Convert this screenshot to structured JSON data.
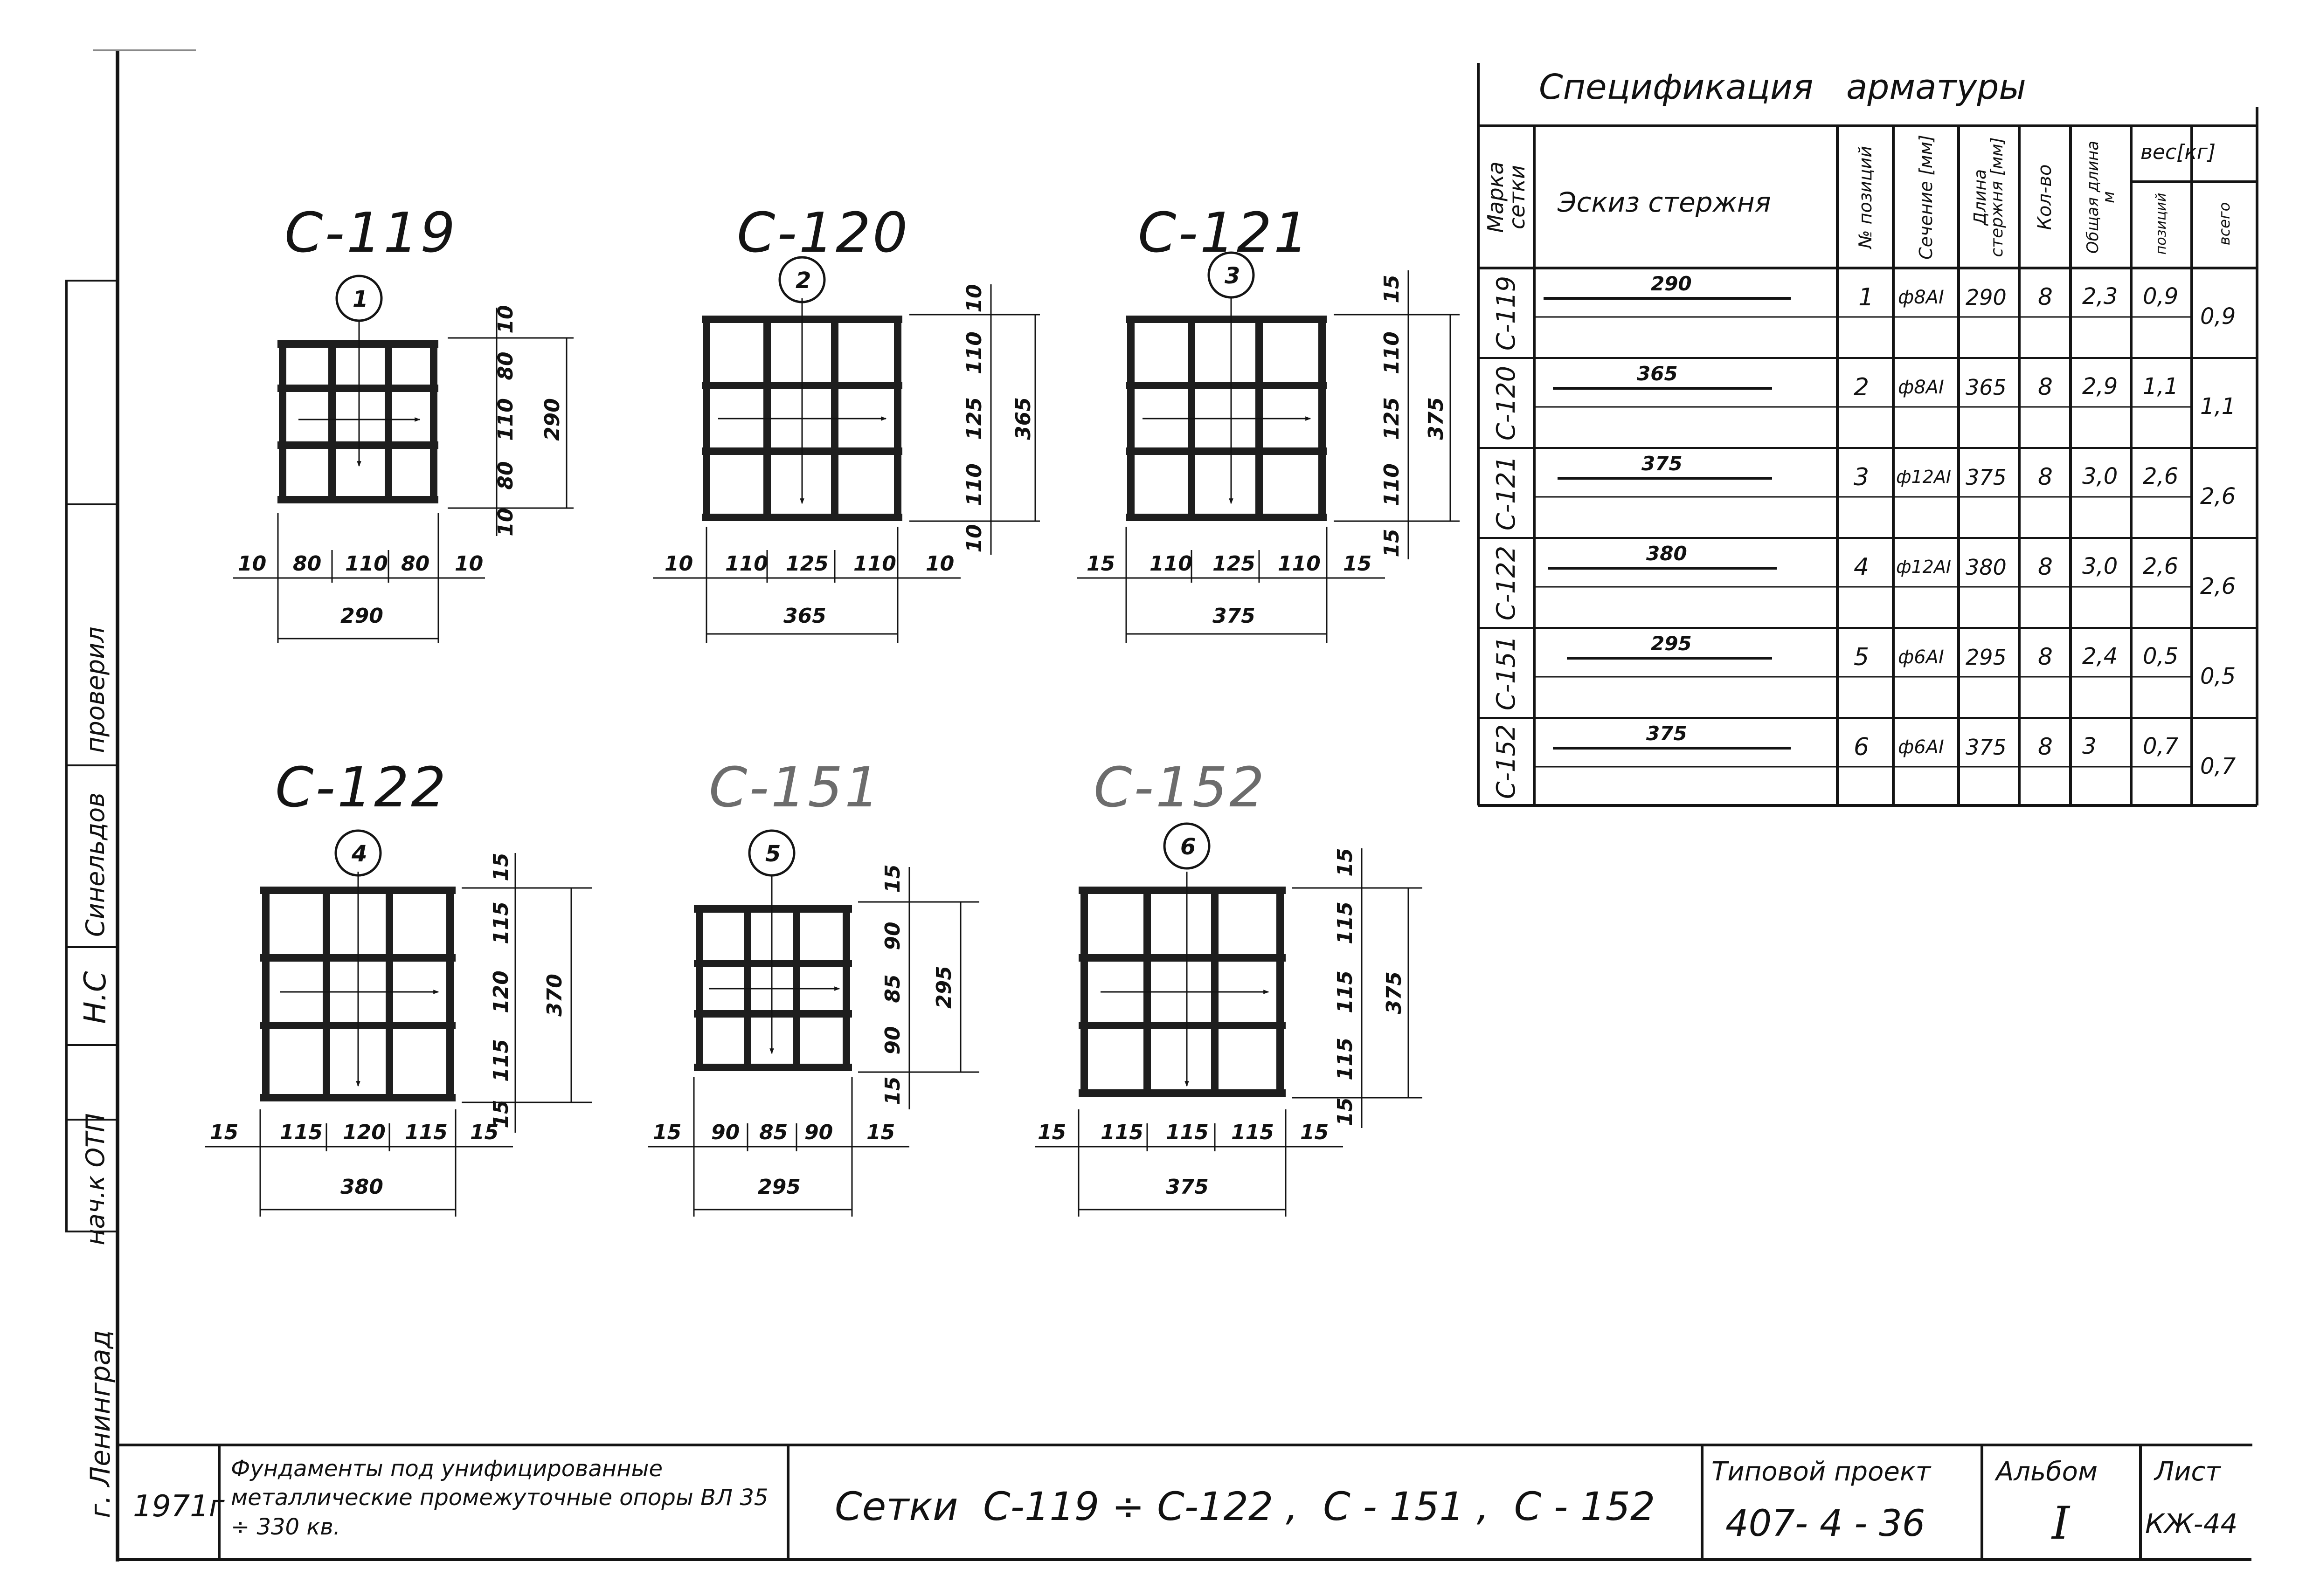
{
  "spec": {
    "title": "Спецификация   арматуры",
    "headers": {
      "mark": "Марка сетки",
      "sketch": "Эскиз стержня",
      "pos": "№ позиций",
      "section": "Сечение [мм]",
      "length": "Длина стержня [мм]",
      "qty": "Кол-во",
      "total_len": "Общая длина м",
      "weight": "вес[кг]",
      "weight_pos": "позиций",
      "weight_all": "всего"
    },
    "rows": [
      {
        "mark": "С-119",
        "sketch": "290",
        "pos": "1",
        "section": "ф8АI",
        "length": "290",
        "qty": "8",
        "total_len": "2,3",
        "w_pos": "0,9",
        "w_all": "0,9"
      },
      {
        "mark": "С-120",
        "sketch": "365",
        "pos": "2",
        "section": "ф8АI",
        "length": "365",
        "qty": "8",
        "total_len": "2,9",
        "w_pos": "1,1",
        "w_all": "1,1"
      },
      {
        "mark": "С-121",
        "sketch": "375",
        "pos": "3",
        "section": "ф12АI",
        "length": "375",
        "qty": "8",
        "total_len": "3,0",
        "w_pos": "2,6",
        "w_all": "2,6"
      },
      {
        "mark": "С-122",
        "sketch": "380",
        "pos": "4",
        "section": "ф12АI",
        "length": "380",
        "qty": "8",
        "total_len": "3,0",
        "w_pos": "2,6",
        "w_all": "2,6"
      },
      {
        "mark": "С-151",
        "sketch": "295",
        "pos": "5",
        "section": "ф6АI",
        "length": "295",
        "qty": "8",
        "total_len": "2,4",
        "w_pos": "0,5",
        "w_all": "0,5"
      },
      {
        "mark": "С-152",
        "sketch": "375",
        "pos": "6",
        "section": "ф6АI",
        "length": "375",
        "qty": "8",
        "total_len": "3",
        "w_pos": "0,7",
        "w_all": "0,7"
      }
    ]
  },
  "meshes": [
    {
      "title": "С-119",
      "pos": "1",
      "cols": [
        "10",
        "80",
        "110",
        "80",
        "10"
      ],
      "rows": [
        "10",
        "80",
        "110",
        "80",
        "10"
      ],
      "width": "290",
      "height": "290"
    },
    {
      "title": "С-120",
      "pos": "2",
      "cols": [
        "10",
        "110",
        "125",
        "110",
        "10"
      ],
      "rows": [
        "10",
        "110",
        "125",
        "110",
        "10"
      ],
      "width": "365",
      "height": "365"
    },
    {
      "title": "С-121",
      "pos": "3",
      "cols": [
        "15",
        "110",
        "125",
        "110",
        "15"
      ],
      "rows": [
        "15",
        "110",
        "125",
        "110",
        "15"
      ],
      "width": "375",
      "height": "375"
    },
    {
      "title": "С-122",
      "pos": "4",
      "cols": [
        "15",
        "115",
        "120",
        "115",
        "15"
      ],
      "rows": [
        "15",
        "115",
        "120",
        "115",
        "15"
      ],
      "width": "380",
      "height": "370"
    },
    {
      "title": "С-151",
      "pos": "5",
      "cols": [
        "15",
        "90",
        "85",
        "90",
        "15"
      ],
      "rows": [
        "15",
        "90",
        "85",
        "90",
        "15"
      ],
      "width": "295",
      "height": "295"
    },
    {
      "title": "С-152",
      "pos": "6",
      "cols": [
        "15",
        "115",
        "115",
        "115",
        "15"
      ],
      "rows": [
        "15",
        "115",
        "115",
        "115",
        "15"
      ],
      "width": "375",
      "height": "375"
    }
  ],
  "left_margin": {
    "checked": "проверил",
    "name1": "Синельдов",
    "name2": "Н.С",
    "dept": "нач.к ОТП",
    "city": "г. Ленинград"
  },
  "title_block": {
    "year": "1971г",
    "description": "Фундаменты под унифицированные металлические промежуточные опоры ВЛ 35 ÷ 330 кв.",
    "sheet_title": "Сетки  С-119 ÷ С-122 ,  С - 151 ,  С - 152",
    "project_label": "Типовой проект",
    "project_number": "407- 4 - 36",
    "album_label": "Альбом",
    "album_value": "I",
    "sheet_label": "Лист",
    "sheet_value": "КЖ-44"
  }
}
